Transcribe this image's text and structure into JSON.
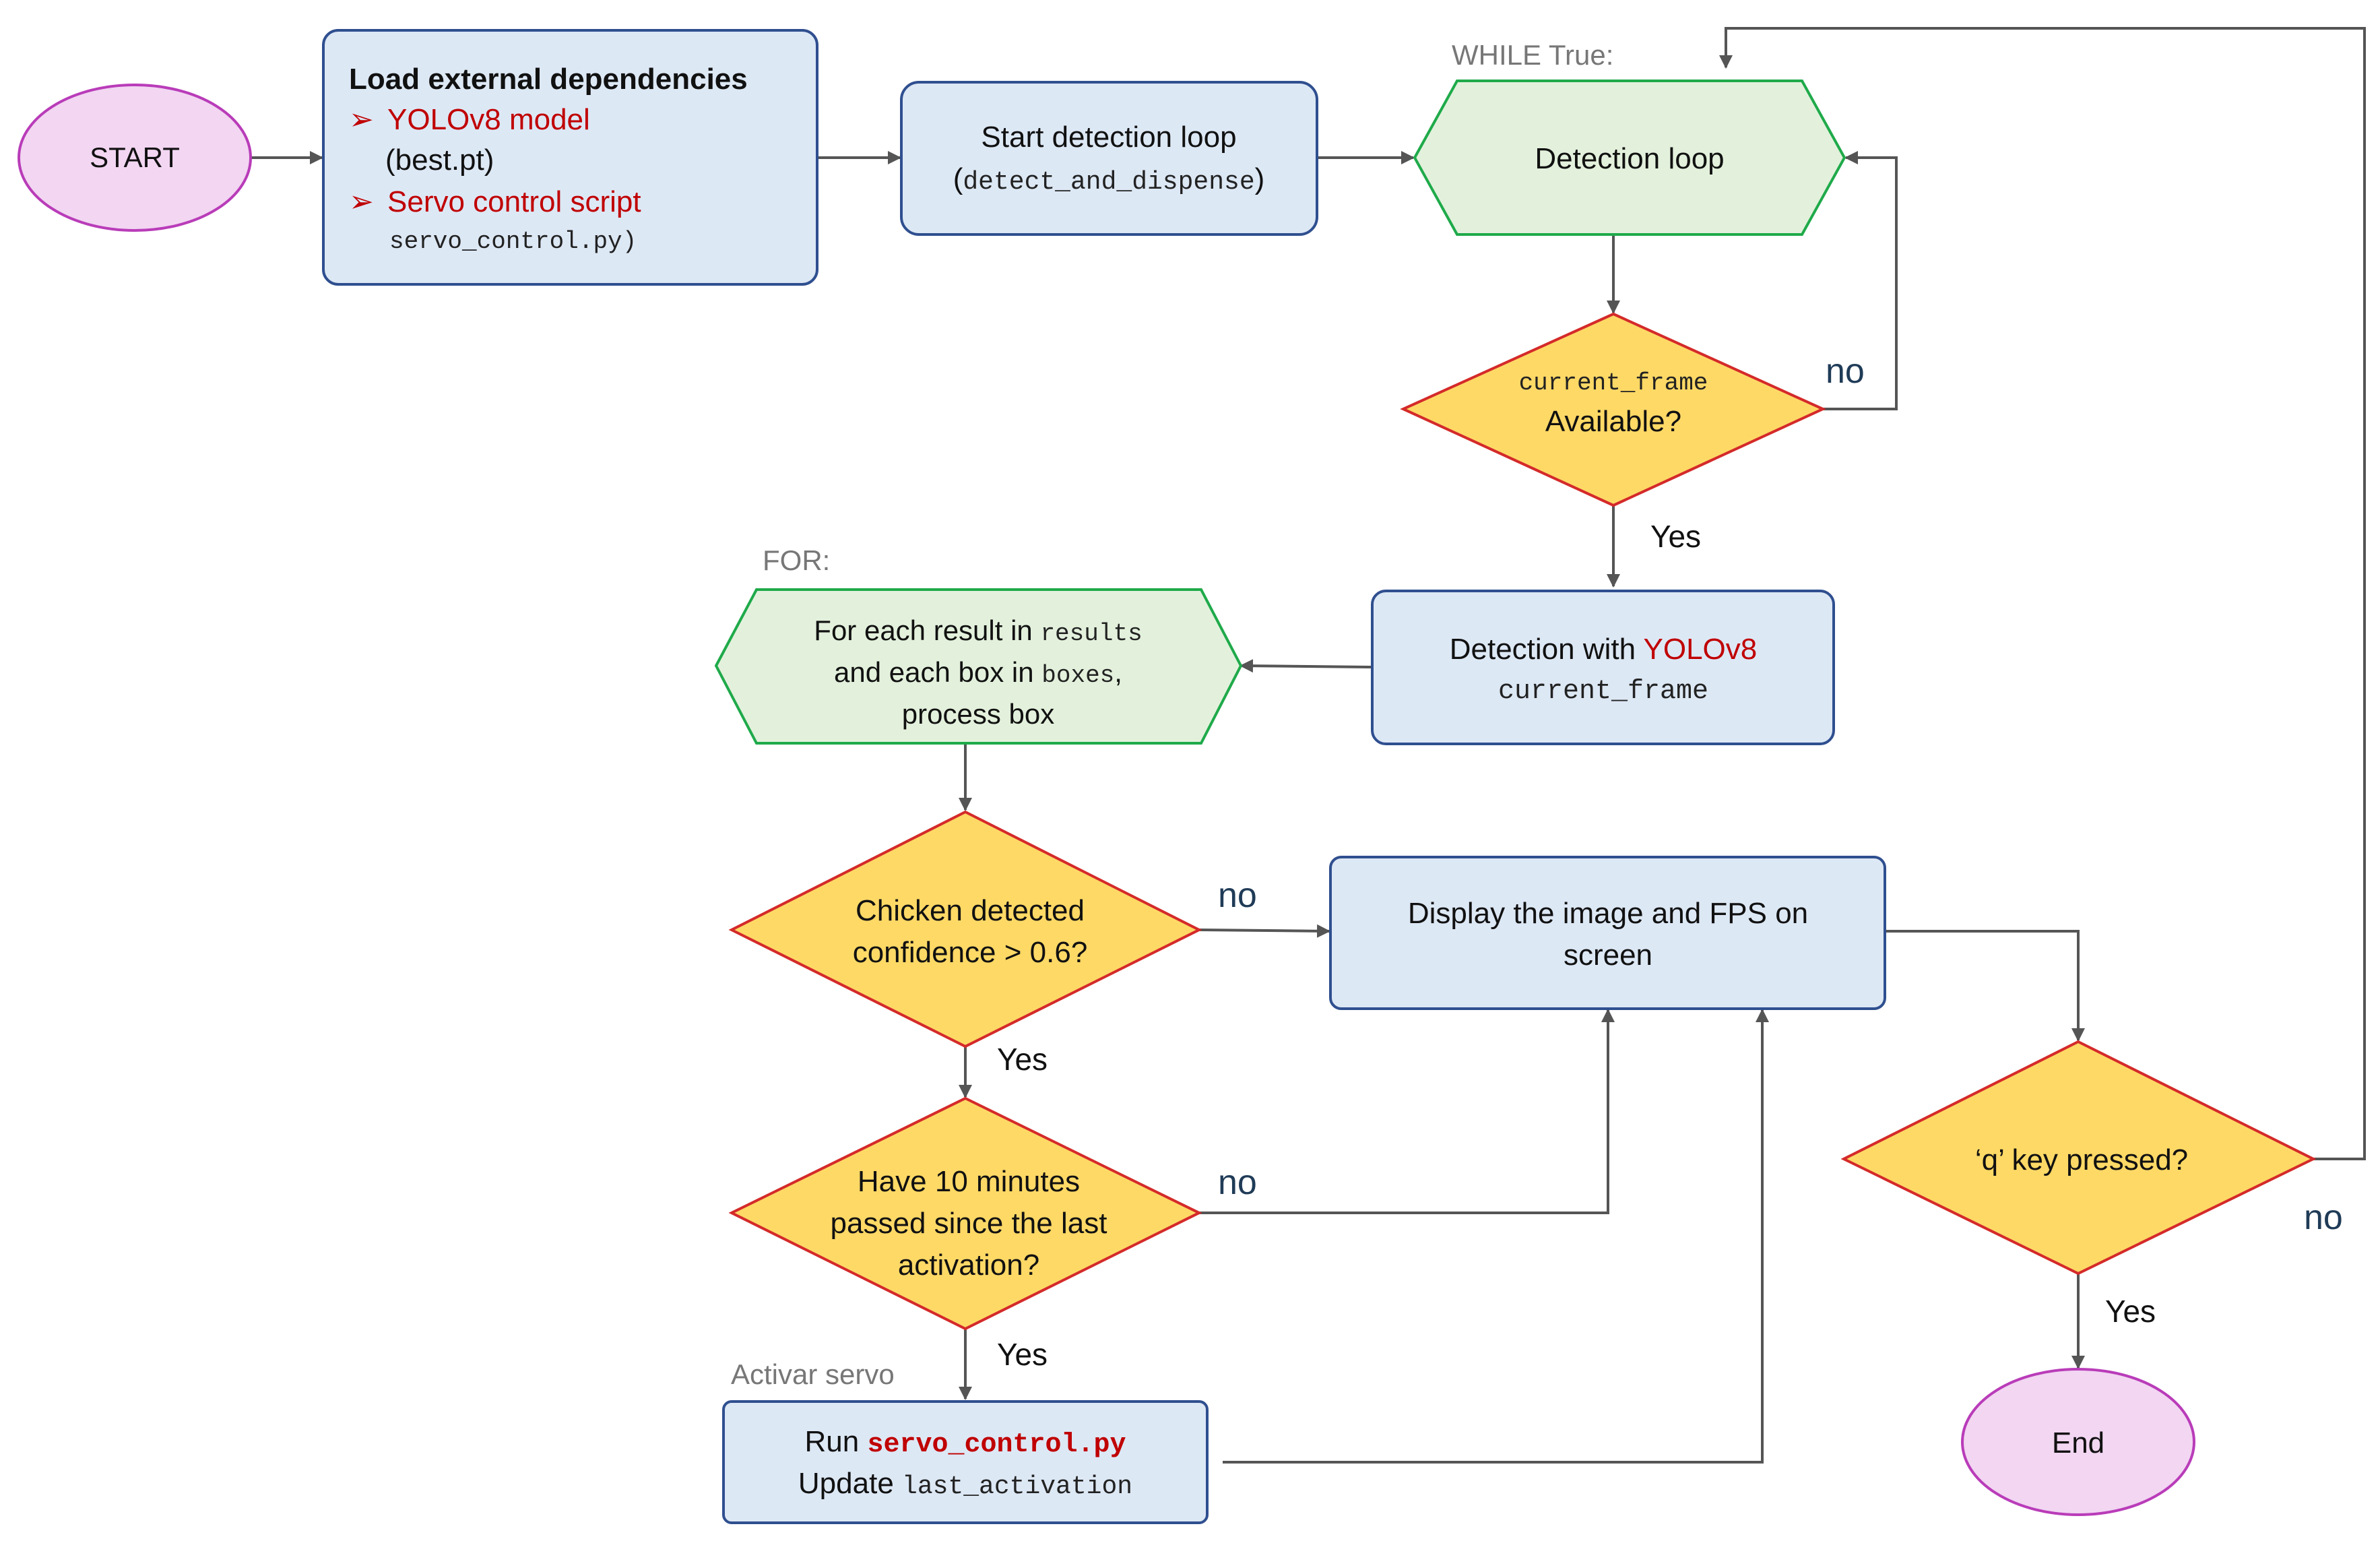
{
  "colors": {
    "terminal_fill": "#f2d6f2",
    "terminal_stroke": "#b93cb9",
    "process_fill": "#dde8f5",
    "process_stroke": "#2f4f8f",
    "loop_fill": "#e3f1dc",
    "loop_stroke": "#1faa4a",
    "decision_fill": "#ffd966",
    "decision_stroke": "#d42a2a",
    "edge": "#555555",
    "accent_red": "#c00000",
    "section_label": "#777777",
    "branch_label": "#1f3b57"
  },
  "nodes": {
    "start": {
      "label": "START"
    },
    "deps": {
      "title": "Load external dependencies",
      "bullet_icon": "arrow-bullet-icon",
      "bullet1": "YOLOv8 model",
      "bullet1_sub": "(best.pt)",
      "bullet2": "Servo control script",
      "bullet2_sub": "servo_control.py)"
    },
    "start_loop": {
      "line1": "Start detection loop",
      "paren_open": "(",
      "code": "detect_and_dispense",
      "paren_close": ")"
    },
    "while_label": "WHILE True:",
    "detection_loop": {
      "label": "Detection loop"
    },
    "frame_check": {
      "code": "current_frame",
      "text": "Available?"
    },
    "detection": {
      "prefix": "Detection with ",
      "model": "YOLOv8",
      "code": "current_frame"
    },
    "for_label": "FOR:",
    "for_each": {
      "line1_text": "For each result in ",
      "line1_code": "results",
      "line2_text": "and each box in ",
      "line2_code": "boxes",
      "line2_suffix": ",",
      "line3": "process box"
    },
    "chicken": {
      "line1": "Chicken detected",
      "line2": "confidence > 0.6?"
    },
    "display": {
      "line1": "Display the image and FPS on",
      "line2": "screen"
    },
    "ten_minutes": {
      "line1": "Have 10 minutes",
      "line2": "passed since the last",
      "line3": "activation?"
    },
    "activar_label": "Activar servo",
    "run_servo": {
      "run": "Run ",
      "script": "servo_control.py",
      "update": "Update ",
      "code": "last_activation"
    },
    "q_key": {
      "label": "‘q’ key pressed?"
    },
    "end": {
      "label": "End"
    }
  },
  "edge_labels": {
    "frame_no": "no",
    "frame_yes": "Yes",
    "chicken_no": "no",
    "chicken_yes": "Yes",
    "ten_no": "no",
    "ten_yes": "Yes",
    "q_no": "no",
    "q_yes": "Yes"
  }
}
